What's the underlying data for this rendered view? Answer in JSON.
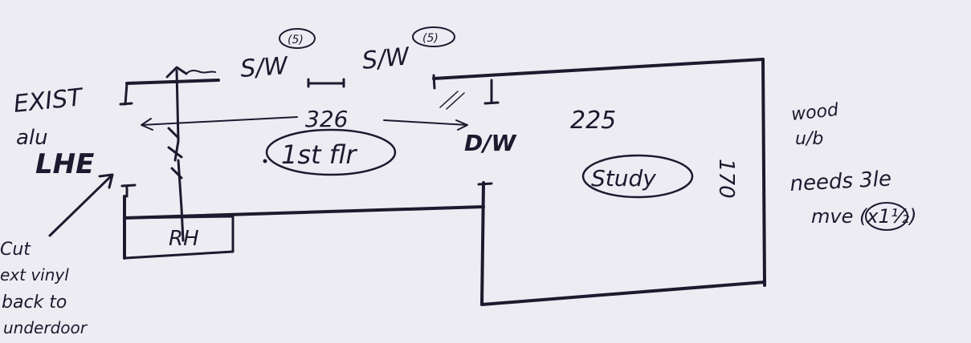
{
  "notes": {
    "exist": "EXIST",
    "alu": "alu",
    "lhe": "LHE",
    "cut_line1": "Cut",
    "cut_line2": "ext vinyl",
    "cut_line3": "back to",
    "cut_line4": "underdoor",
    "swa_left": "S/W",
    "swa_right": "S/W",
    "circle_left": "(5)",
    "circle_right": "(5)",
    "dim_width": "326",
    "dim_depth": "225",
    "dim_height": "170",
    "room_1st": "1st flr",
    "room_study": "Study",
    "dw": "D/W",
    "rh": "RH",
    "wood_line1": "wood",
    "wood_line2": "u/b",
    "needs_line1": "needs 3le",
    "needs_line2": "mve (x1½)"
  }
}
